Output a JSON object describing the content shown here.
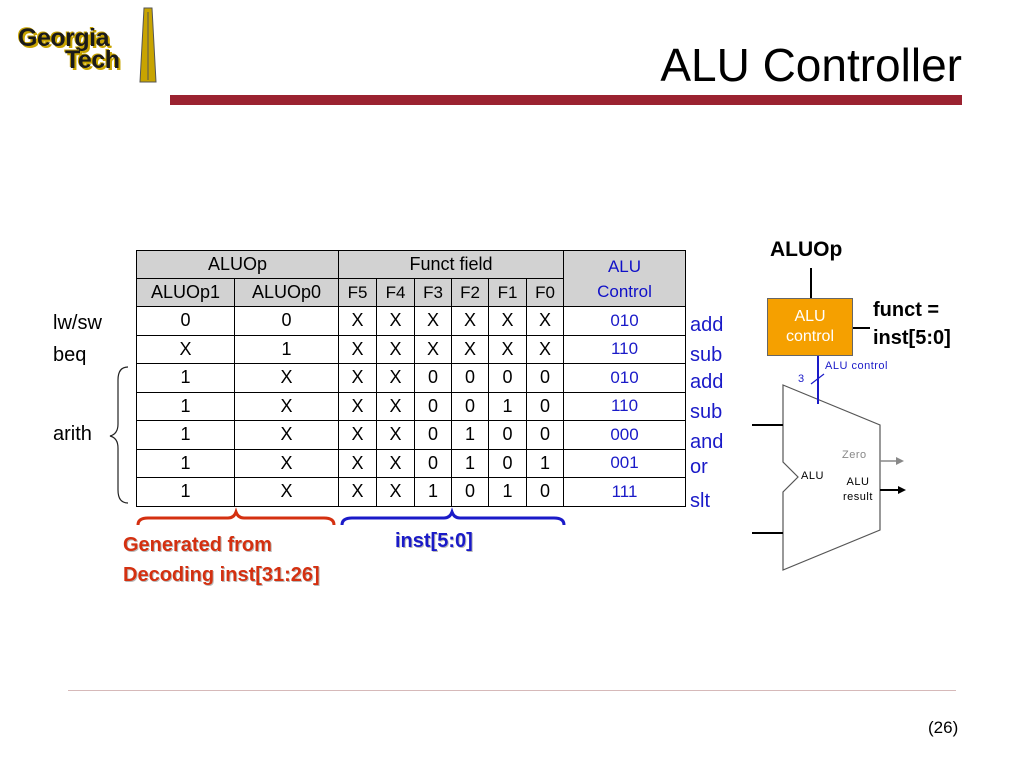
{
  "logo": {
    "line1": "Georgia",
    "line2": "Tech"
  },
  "title": "ALU Controller",
  "table": {
    "group_headers": {
      "aluop": "ALUOp",
      "funct": "Funct field",
      "alu_control": "ALU Control"
    },
    "sub_headers": [
      "ALUOp1",
      "ALUOp0",
      "F5",
      "F4",
      "F3",
      "F2",
      "F1",
      "F0"
    ],
    "rows": [
      {
        "aluop1": "0",
        "aluop0": "0",
        "f": [
          "X",
          "X",
          "X",
          "X",
          "X",
          "X"
        ],
        "control": "010"
      },
      {
        "aluop1": "X",
        "aluop0": "1",
        "f": [
          "X",
          "X",
          "X",
          "X",
          "X",
          "X"
        ],
        "control": "110"
      },
      {
        "aluop1": "1",
        "aluop0": "X",
        "f": [
          "X",
          "X",
          "0",
          "0",
          "0",
          "0"
        ],
        "control": "010"
      },
      {
        "aluop1": "1",
        "aluop0": "X",
        "f": [
          "X",
          "X",
          "0",
          "0",
          "1",
          "0"
        ],
        "control": "110"
      },
      {
        "aluop1": "1",
        "aluop0": "X",
        "f": [
          "X",
          "X",
          "0",
          "1",
          "0",
          "0"
        ],
        "control": "000"
      },
      {
        "aluop1": "1",
        "aluop0": "X",
        "f": [
          "X",
          "X",
          "0",
          "1",
          "0",
          "1"
        ],
        "control": "001"
      },
      {
        "aluop1": "1",
        "aluop0": "X",
        "f": [
          "X",
          "X",
          "1",
          "0",
          "1",
          "0"
        ],
        "control": "111"
      }
    ]
  },
  "left_labels": {
    "lwsw": "lw/sw",
    "beq": "beq",
    "arith": "arith"
  },
  "op_labels": [
    "add",
    "sub",
    "add",
    "sub",
    "and",
    "or",
    "slt"
  ],
  "bracket_labels": {
    "generated_line1": "Generated from",
    "generated_line2": "Decoding inst[31:26]",
    "inst": "inst[5:0]"
  },
  "diagram": {
    "aluop": "ALUOp",
    "funct_line1": "funct =",
    "funct_line2": "inst[5:0]",
    "control_box_line1": "ALU",
    "control_box_line2": "control",
    "alu_control_label": "ALU control",
    "bus_width": "3",
    "zero": "Zero",
    "alu": "ALU",
    "alu_result_line1": "ALU",
    "alu_result_line2": "result"
  },
  "page_number": "(26)",
  "colors": {
    "title_bar": "#9b2230",
    "blue_text": "#1a1ac8",
    "orange_text": "#d43010",
    "control_box": "#f5a000"
  }
}
